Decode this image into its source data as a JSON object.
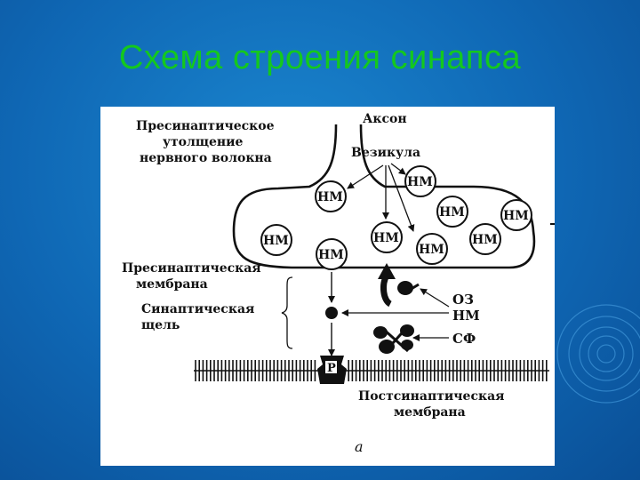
{
  "slide": {
    "title": "Схема строения синапса"
  },
  "diagram": {
    "labels": {
      "presynaptic_thickening": [
        "Пресинаптическое",
        "утолщение",
        "нервного волокна"
      ],
      "axon": "Аксон",
      "vesicle": "Везикула",
      "presynaptic_membrane": [
        "Пресинаптическая",
        "мембрана"
      ],
      "synaptic_cleft": [
        "Синаптическая",
        "щель"
      ],
      "oz": "ОЗ",
      "nm": "НМ",
      "sf": "СФ",
      "receptor": "Р",
      "postsynaptic_membrane": [
        "Постсинаптическая",
        "мембрана"
      ],
      "caption": "а"
    },
    "vesicle_label": "НМ",
    "colors": {
      "slide_background": "#0f67b4",
      "title": "#14c81e",
      "ink": "#111111",
      "panel": "#ffffff"
    }
  }
}
